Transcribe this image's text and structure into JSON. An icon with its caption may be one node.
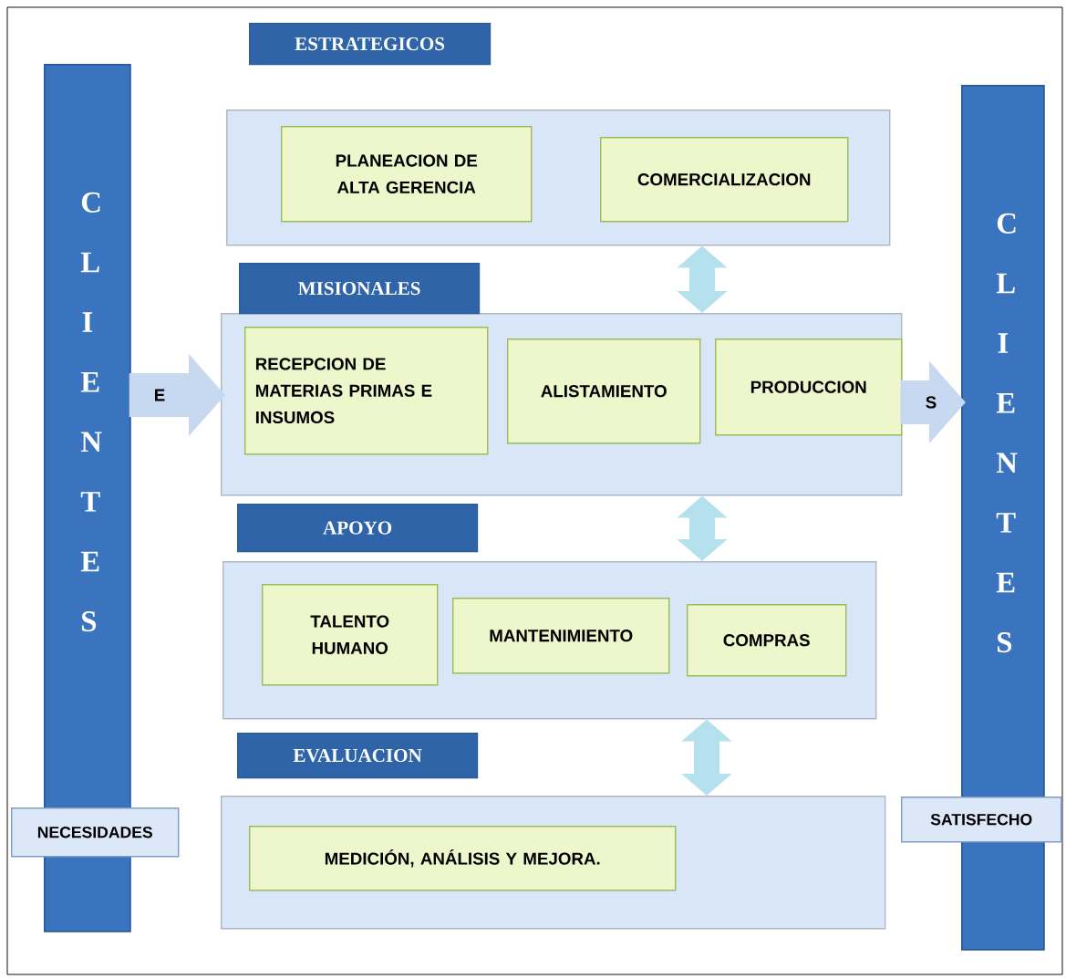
{
  "diagram": {
    "nodes": [
      {
        "text": [
          "C L I E N T E S"
        ]
      },
      {
        "text": [
          "NECESIDADES"
        ]
      },
      {
        "text": [
          "ESTRATEGICOS"
        ]
      },
      {
        "text": [
          "PLANEACION DE ALTA GERENCIA"
        ],
        "in": 2
      },
      {
        "text": [
          "COMERCIALIZACION"
        ],
        "in": 2
      },
      {
        "text": [
          "MISIONALES"
        ]
      },
      {
        "text": [
          "RECEPCION DE MATERIAS PRIMAS E INSUMOS"
        ],
        "in": 5
      },
      {
        "text": [
          "ALISTAMIENTO"
        ],
        "in": 5
      },
      {
        "text": [
          "PRODUCCION"
        ],
        "in": 5
      },
      {
        "text": [
          "APOYO"
        ]
      },
      {
        "text": [
          "TALENTO HUMANO"
        ],
        "in": 9
      },
      {
        "text": [
          "MANTENIMIENTO"
        ],
        "in": 9
      },
      {
        "text": [
          "COMPRAS"
        ],
        "in": 9
      },
      {
        "text": [
          "EVALUACION"
        ]
      },
      {
        "text": [
          "MEDICIÓN, ANÁLISIS Y MEJORA."
        ],
        "in": 13
      },
      {
        "text": [
          "C L I E N T E S"
        ]
      },
      {
        "text": [
          "SATISFECHO"
        ]
      }
    ],
    "edges": [
      {
        "from": 0,
        "to": 5,
        "arrow": "to",
        "label": "E",
        "color": "#c6d9f1"
      },
      {
        "from": 8,
        "to": 15,
        "arrow": "to",
        "label": "S",
        "color": "#c6d9f1"
      },
      {
        "from": 2,
        "to": 5,
        "arrow": "both"
      },
      {
        "from": 5,
        "to": 9,
        "arrow": "both"
      },
      {
        "from": 9,
        "to": 13,
        "arrow": "both"
      }
    ]
  }
}
